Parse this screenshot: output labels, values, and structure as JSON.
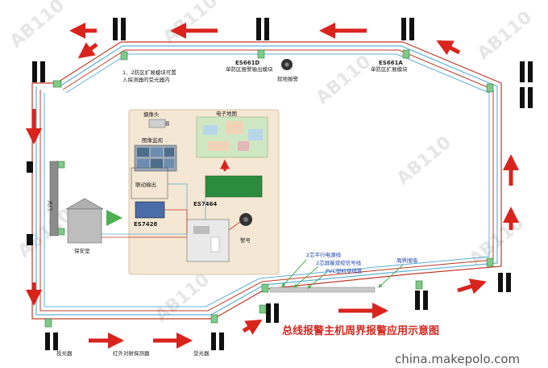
{
  "title": "总线报警主机周界报警应用示意图",
  "watermark": "AB110",
  "site": "china.makepolo.com",
  "labels": {
    "note_line1": "1、2防区扩展模块可置",
    "note_line2": "入探测器的受光器内",
    "module_es661d": "ES661D",
    "module_es661d_desc": "单防区报警输出模块",
    "siren_top": "就地报警",
    "module_es661a": "ES661A",
    "module_es661a_desc": "单防区扩展模块",
    "camera": "摄像头",
    "monitor": "图像监视",
    "emap": "电子地图",
    "linkage": "联动输出",
    "es7428": "ES7428",
    "es7464": "ES7464",
    "gate": "大门",
    "guard_room": "保安室",
    "alarm_horn": "警号",
    "cable_power": "2芯平行电源线",
    "cable_signal": "2芯屏蔽双绞信号线",
    "cable_pvc": "PVC塑料穿线管",
    "fence": "周界围墙",
    "transmitter": "投光器",
    "ir_detector": "红外对射探测器",
    "receiver": "受光器"
  },
  "colors": {
    "arrow": "#d9231d",
    "wire_red": "#c03a2a",
    "wire_blue": "#5fb0d8",
    "module": "#7fc98a",
    "panel": "#f4e7d3",
    "title": "#d12a22"
  }
}
